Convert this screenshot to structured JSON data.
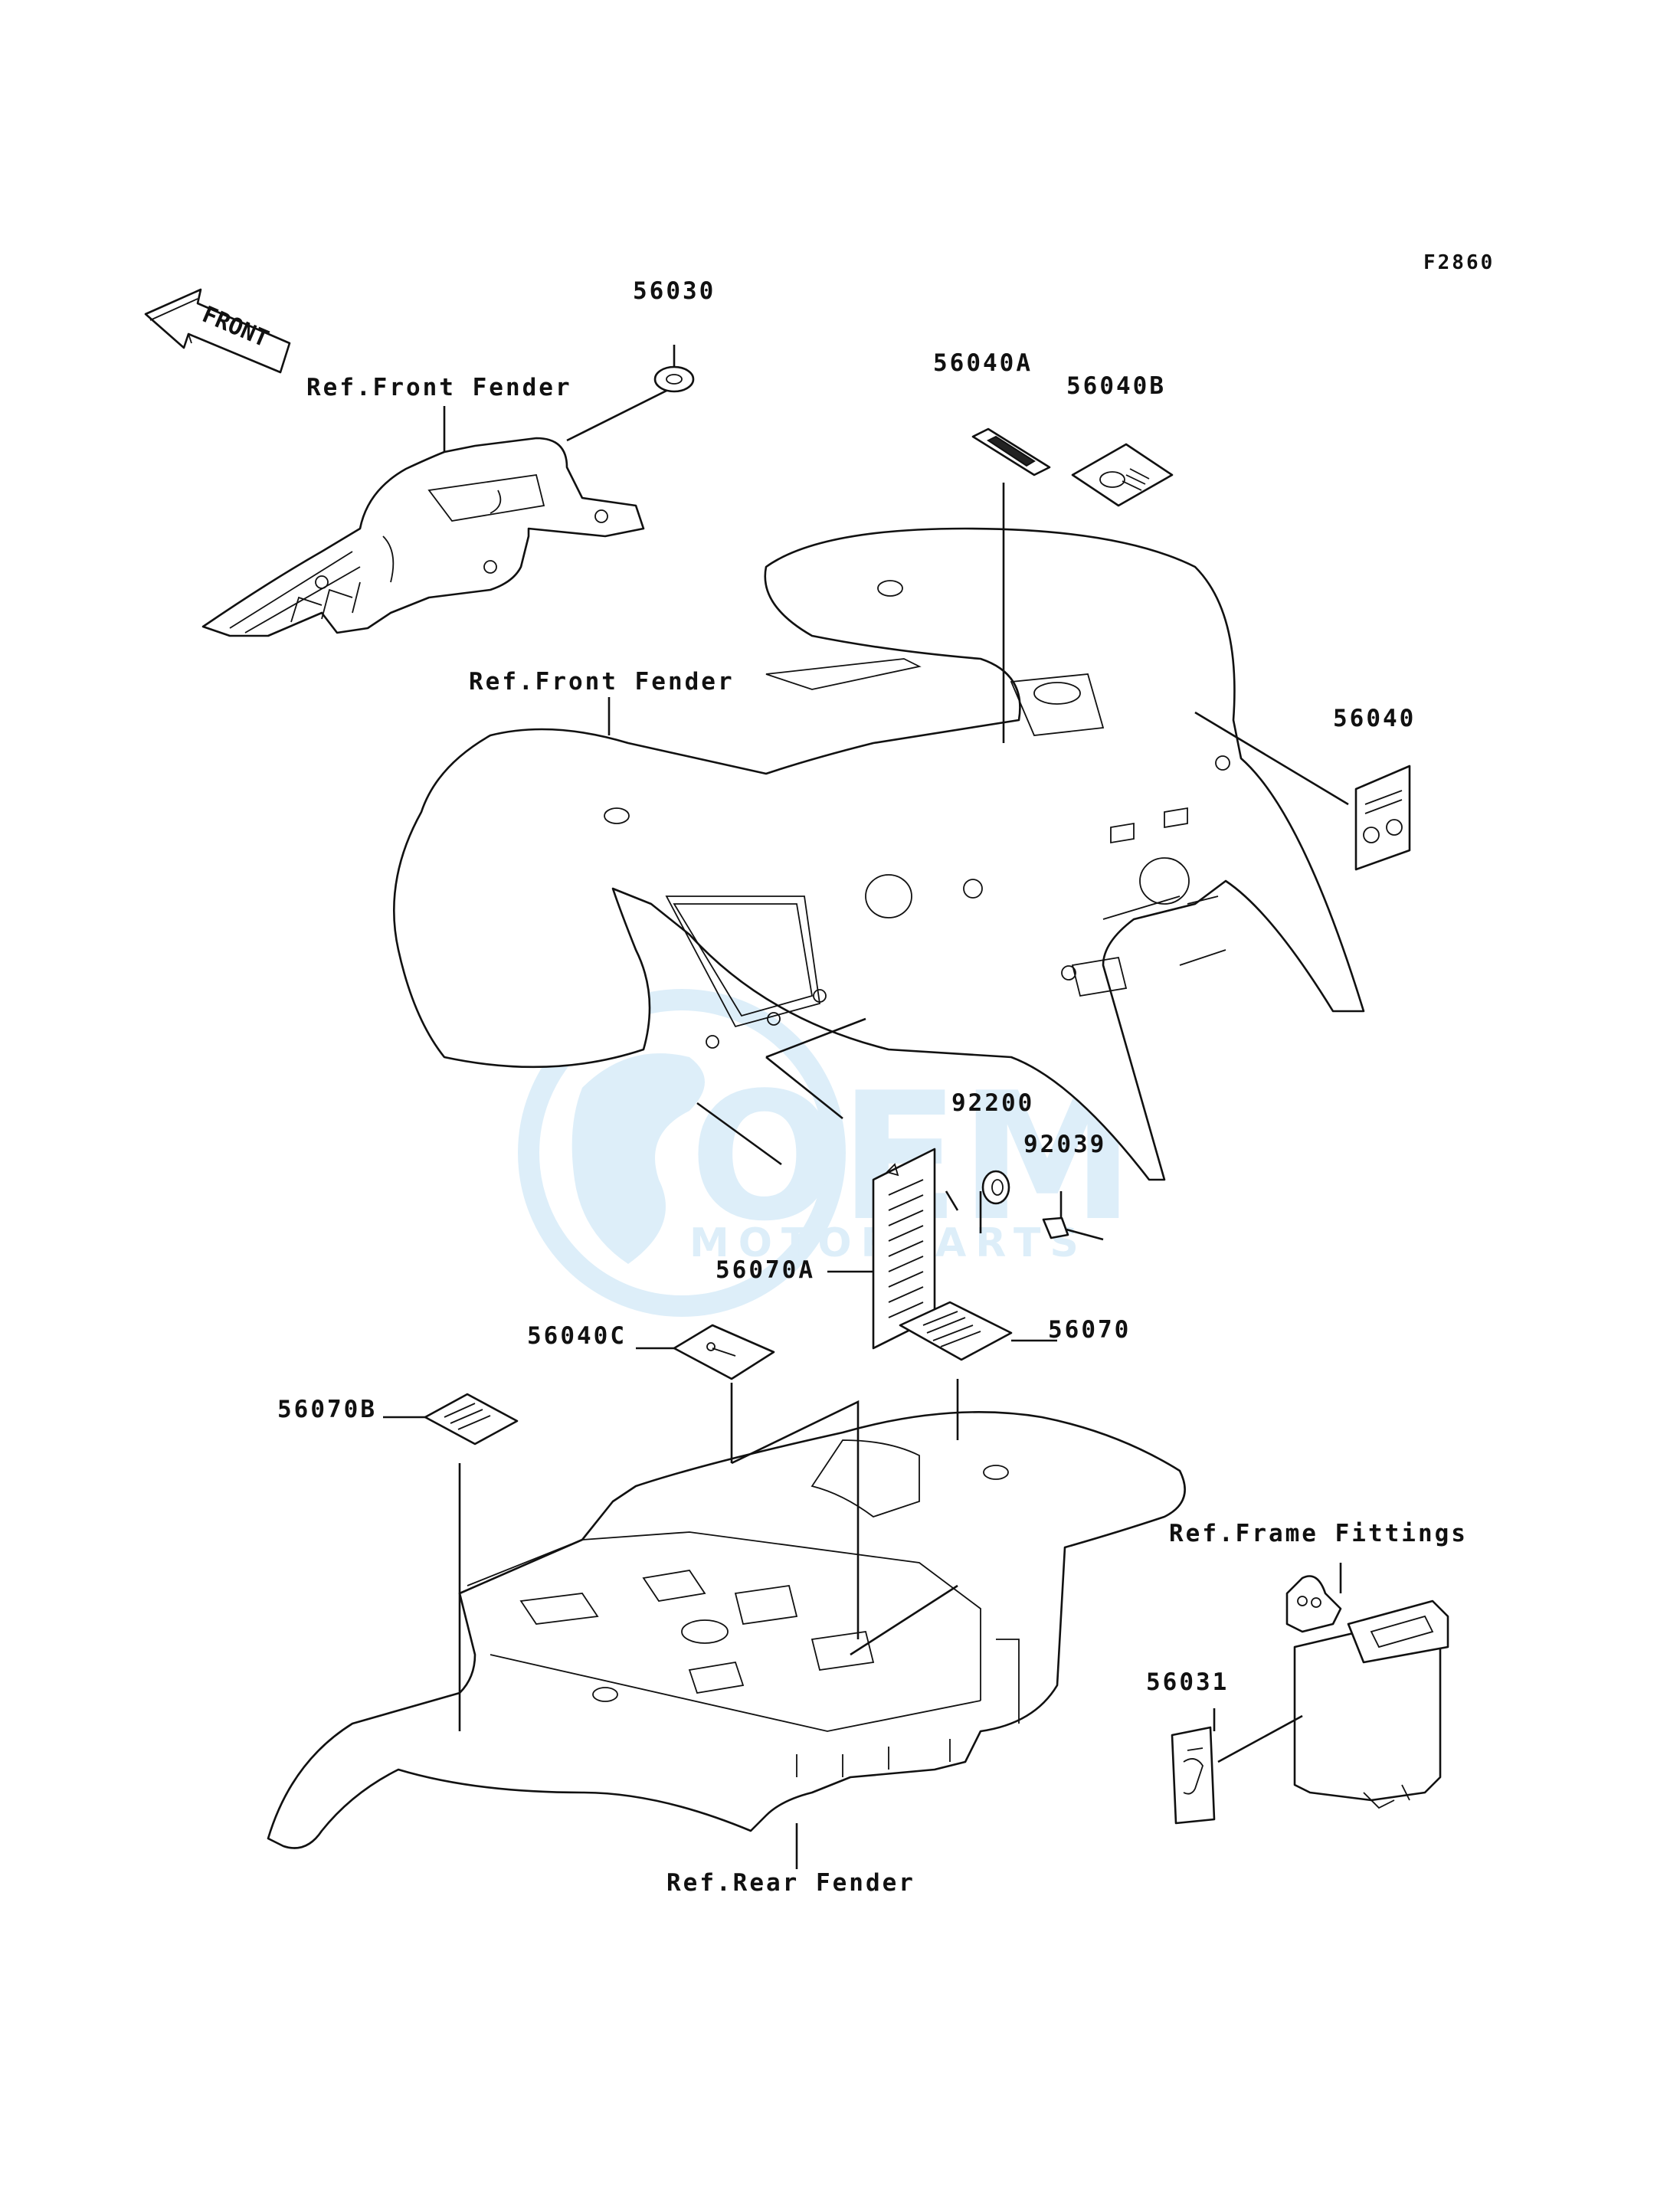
{
  "figure_code": "F2860",
  "front_arrow": "FRONT",
  "watermark": {
    "brand": "OEM",
    "subtitle": "MOTORPARTS",
    "color": "#9fd0ee"
  },
  "refs": {
    "front_fender_1": "Ref.Front Fender",
    "front_fender_2": "Ref.Front Fender",
    "rear_fender": "Ref.Rear Fender",
    "frame_fittings": "Ref.Frame Fittings"
  },
  "parts": {
    "p56030": "56030",
    "p56040A": "56040A",
    "p56040B": "56040B",
    "p56040": "56040",
    "p92200": "92200",
    "p92039": "92039",
    "p56070A": "56070A",
    "p56040C": "56040C",
    "p56070": "56070",
    "p56070B": "56070B",
    "p56031": "56031"
  }
}
